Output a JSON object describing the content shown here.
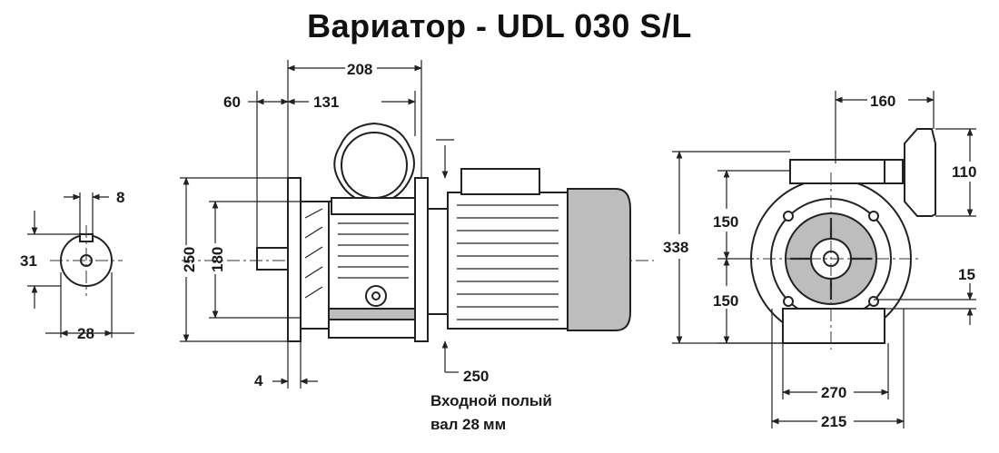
{
  "title": "Вариатор - UDL 030 S/L",
  "dimensions": {
    "shaft_key_width": "8",
    "shaft_height": "31",
    "shaft_diameter": "28",
    "total_length": "208",
    "flange_offset": "60",
    "body_length": "131",
    "flange_height": "250",
    "pilot_diameter": "180",
    "flange_thickness": "4",
    "motor_flange": "250",
    "handwheel_offset": "160",
    "handwheel_diameter": "110",
    "total_height": "338",
    "upper_height": "150",
    "lower_height": "150",
    "bolt_hole": "15",
    "foot_width": "270",
    "foot_bolt_spacing": "215"
  },
  "input_note": {
    "line1": "Входной полый",
    "line2": "вал",
    "value": "28",
    "unit": "мм"
  },
  "colors": {
    "line": "#222222",
    "gray_fill": "#bdbdbd",
    "dark_fill": "#8c8c8c"
  }
}
